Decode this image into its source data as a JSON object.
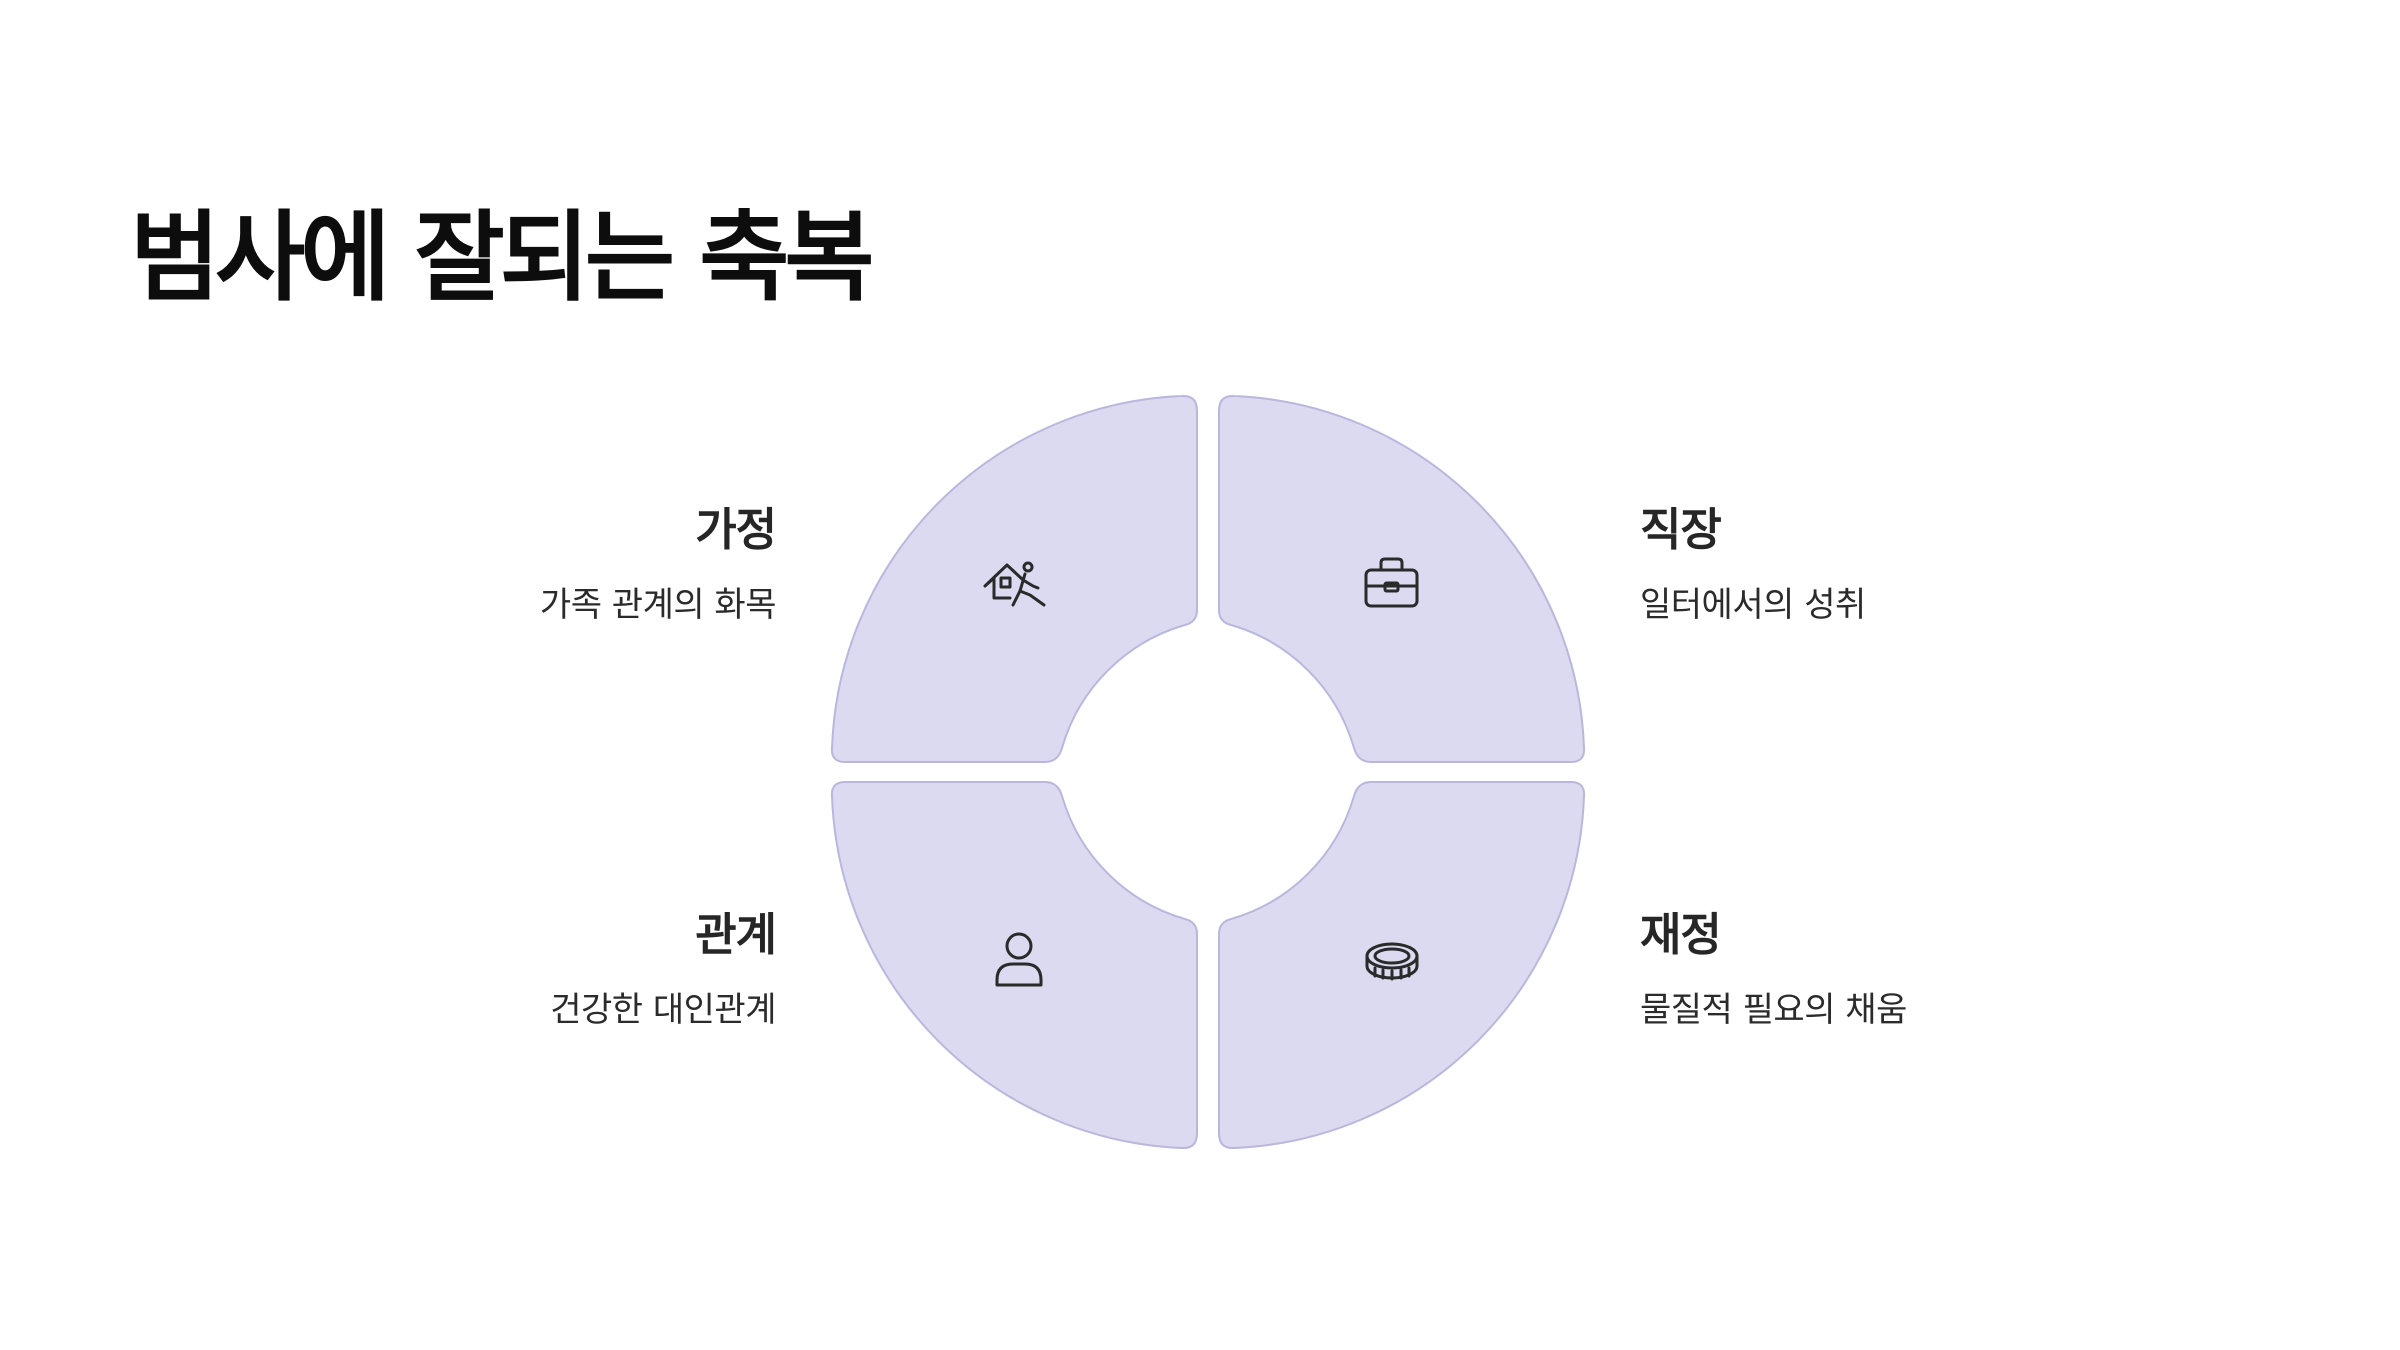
{
  "title": "범사에 잘되는 축복",
  "colors": {
    "segment_fill": "#dbdaf0",
    "segment_stroke": "#b9b7dc",
    "icon_stroke": "#2a2a2a",
    "heading": "#262626",
    "text": "#2b2b2b"
  },
  "segments": {
    "top_left": {
      "heading": "가정",
      "description": "가족 관계의 화목",
      "icon": "home-person-icon"
    },
    "top_right": {
      "heading": "직장",
      "description": "일터에서의 성취",
      "icon": "briefcase-icon"
    },
    "bottom_left": {
      "heading": "관계",
      "description": "건강한 대인관계",
      "icon": "person-icon"
    },
    "bottom_right": {
      "heading": "재정",
      "description": "물질적 필요의 채움",
      "icon": "coin-icon"
    }
  }
}
